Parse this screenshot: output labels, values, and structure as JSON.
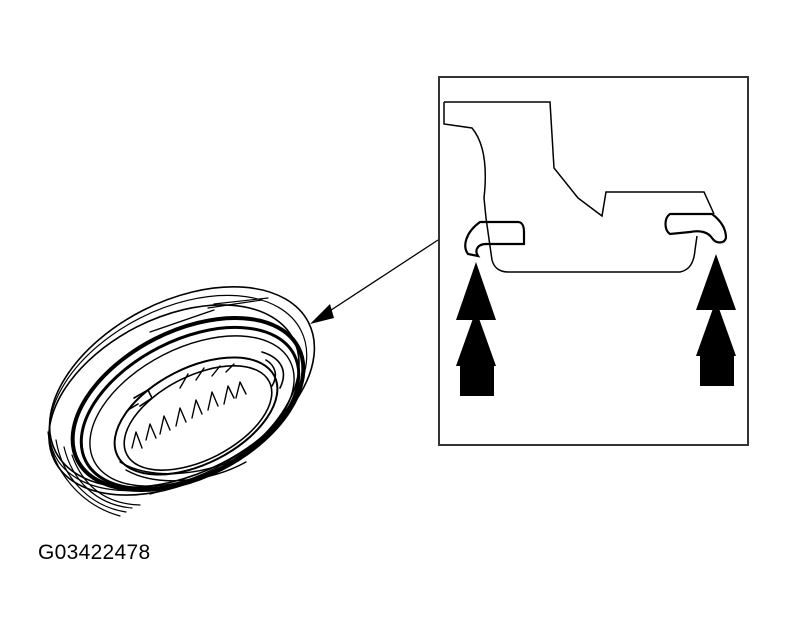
{
  "figure": {
    "id_label": "G03422478"
  },
  "colors": {
    "ink": "#000000",
    "paper": "#ffffff",
    "frame": "#333333"
  },
  "parts": {
    "seal": "seal-ring",
    "detail": "cross-section-detail",
    "push_arrows": 2
  }
}
